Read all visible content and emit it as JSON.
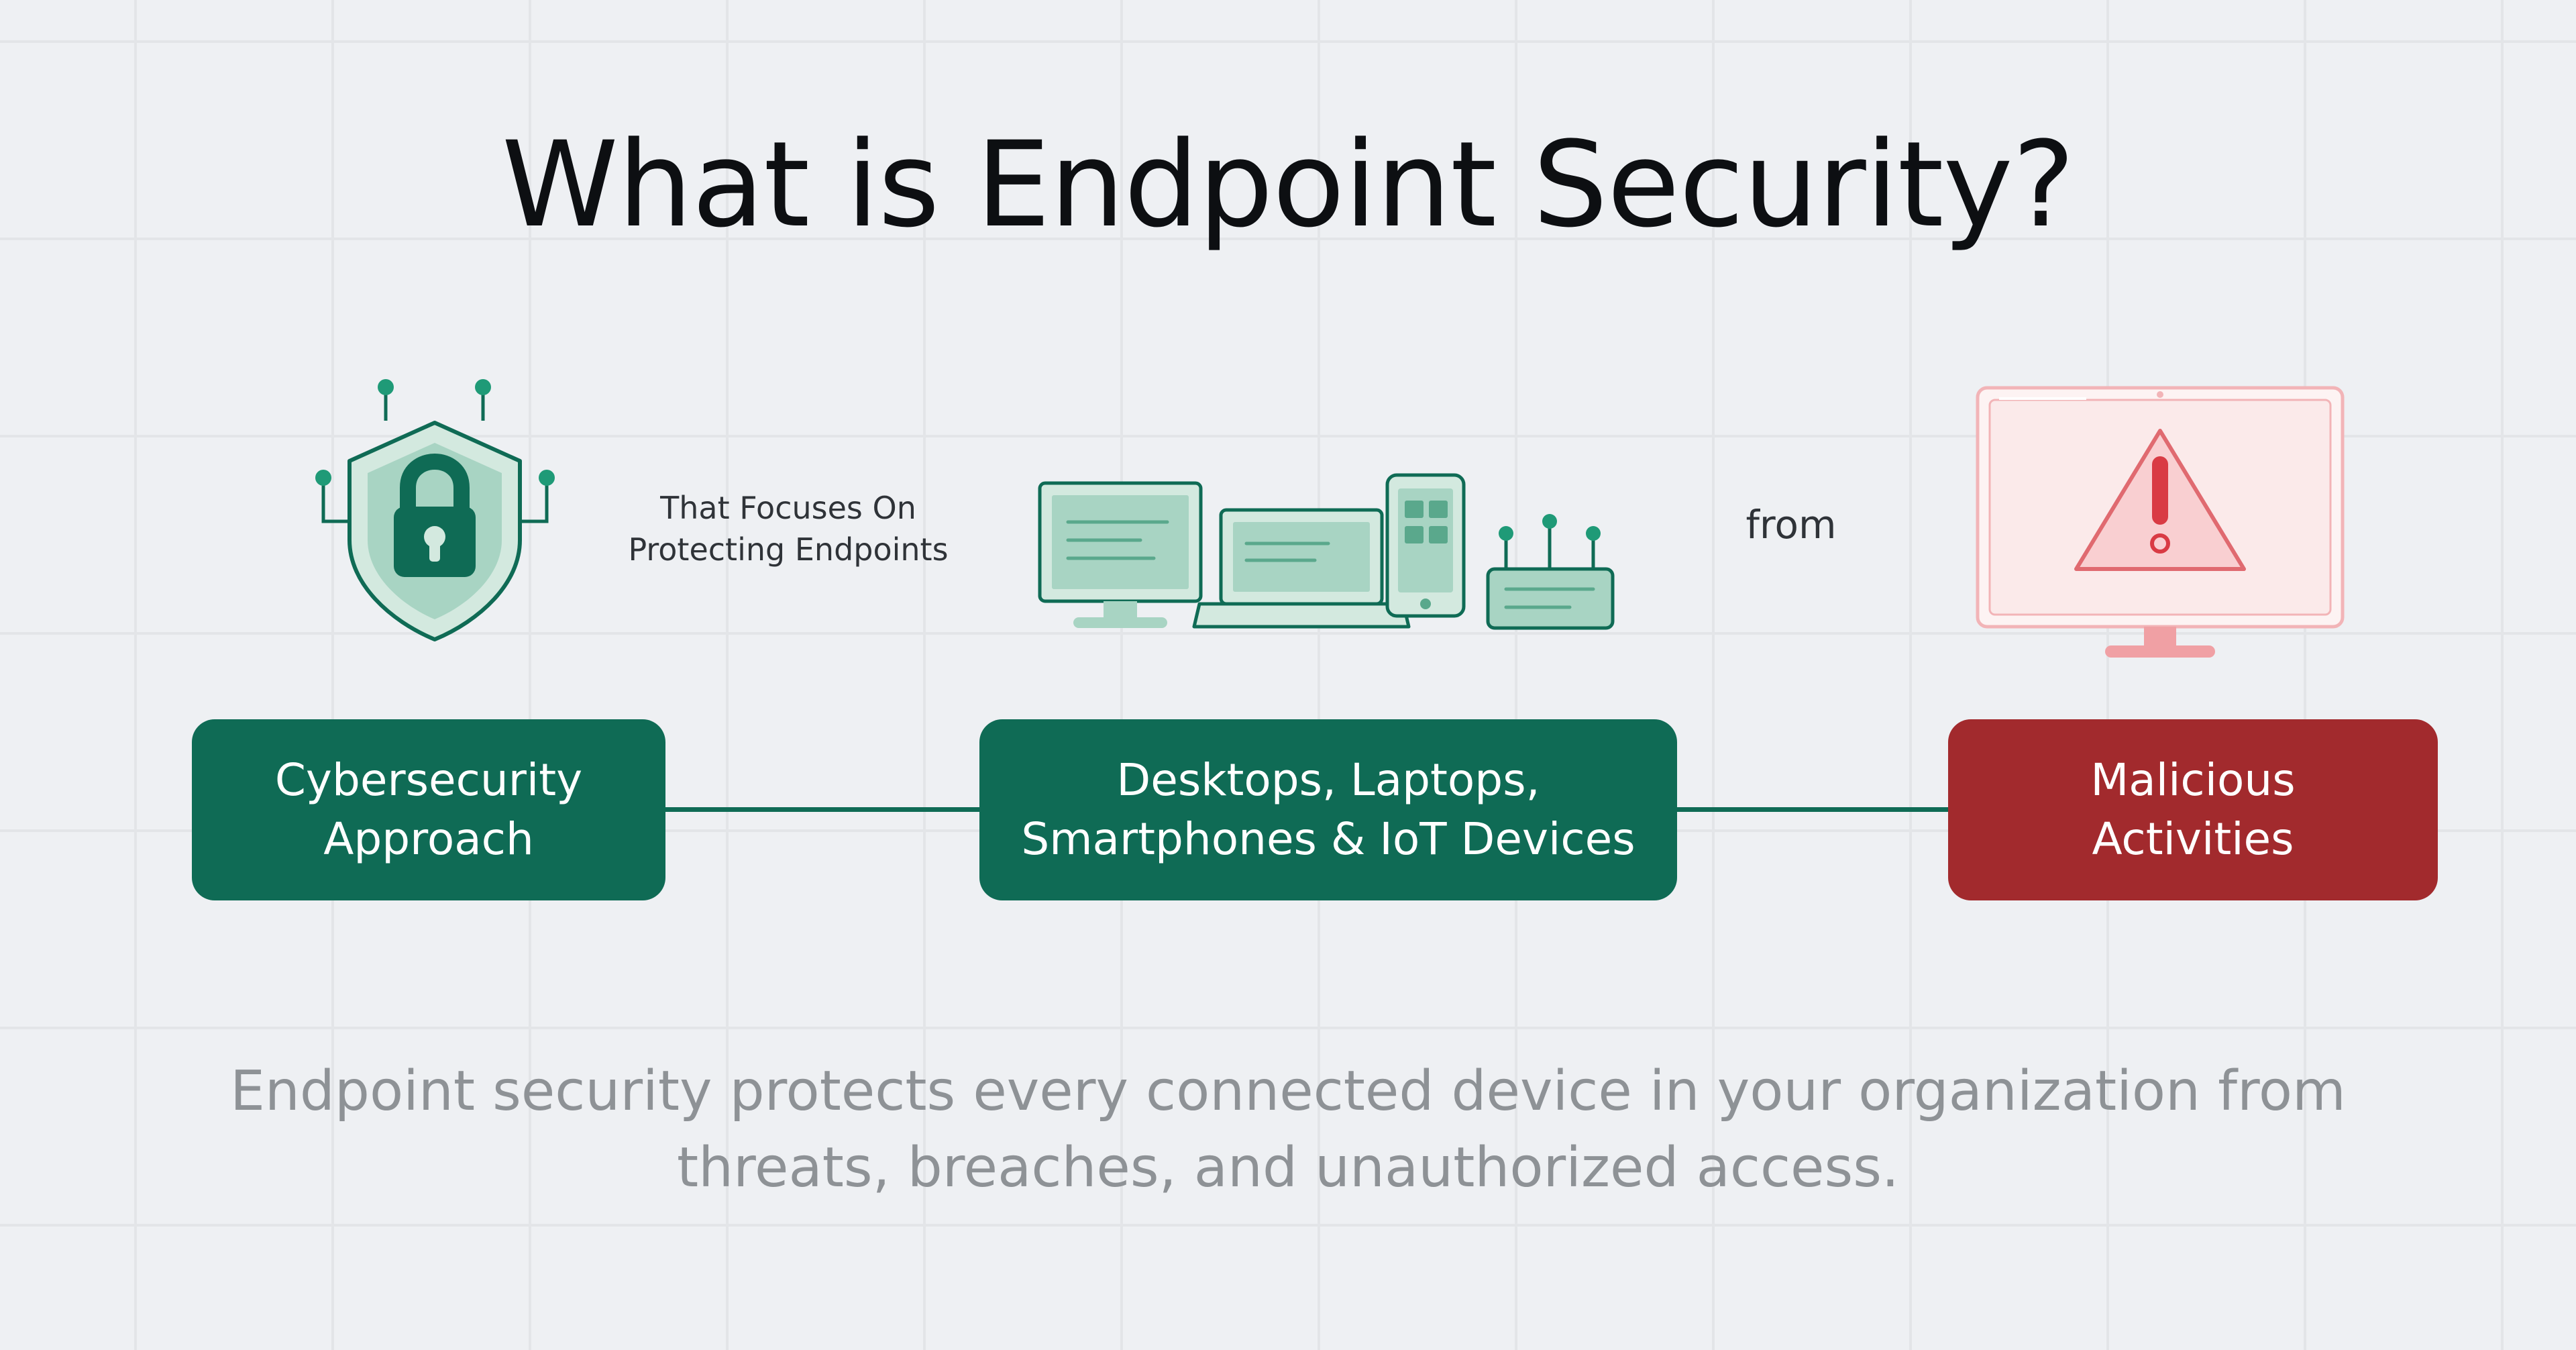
{
  "title": "What is Endpoint Security?",
  "caption": {
    "line1": "That Focuses On",
    "line2": "Protecting Endpoints"
  },
  "from_label": "from",
  "boxes": {
    "approach": {
      "line1": "Cybersecurity",
      "line2": "Approach"
    },
    "devices": {
      "line1": "Desktops, Laptops,",
      "line2": "Smartphones & IoT Devices"
    },
    "threats": {
      "line1": "Malicious",
      "line2": "Activities"
    }
  },
  "description": {
    "line1": "Endpoint security protects every connected device in your organization from",
    "line2": "threats, breaches, and unauthorized access."
  },
  "icons": {
    "shield": "shield-lock-icon",
    "devices": "devices-icon",
    "warning": "warning-monitor-icon"
  },
  "colors": {
    "primary_green": "#0f6b55",
    "light_green": "#a8d4c3",
    "alert_red": "#a22a2d",
    "alert_pink": "#e8868a",
    "background": "#eef0f3"
  }
}
